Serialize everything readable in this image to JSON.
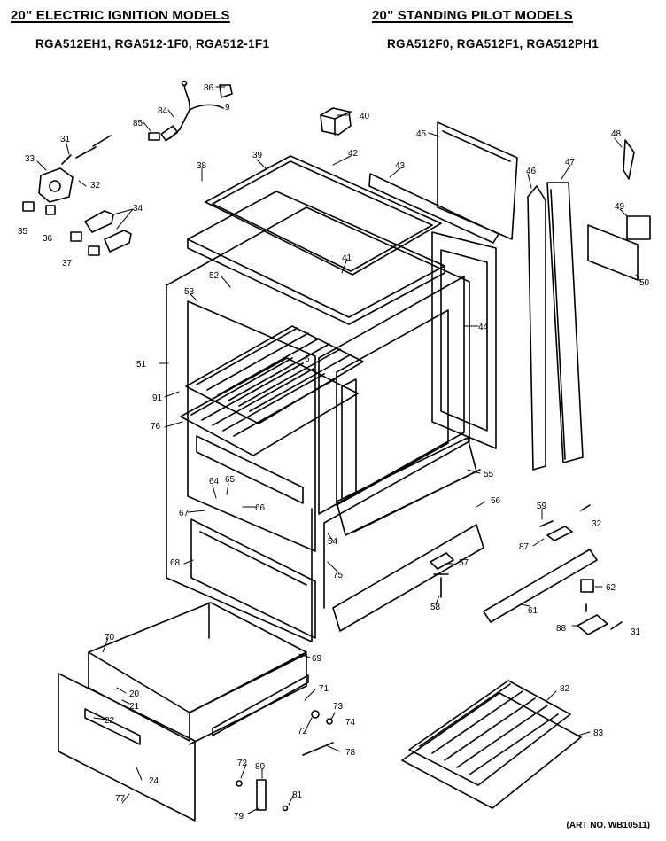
{
  "headers": {
    "left_title": "20\" ELECTRIC IGNITION MODELS",
    "left_models": "RGA512EH1, RGA512-1F0, RGA512-1F1",
    "right_title": "20\" STANDING PILOT MODELS",
    "right_models": "RGA512F0, RGA512F1, RGA512PH1"
  },
  "art_no": "(ART NO. WB10511)",
  "part_labels": [
    {
      "id": "86",
      "text": "86"
    },
    {
      "id": "84",
      "text": "84"
    },
    {
      "id": "9",
      "text": "9"
    },
    {
      "id": "85",
      "text": "85"
    },
    {
      "id": "40",
      "text": "40"
    },
    {
      "id": "31",
      "text": "31"
    },
    {
      "id": "33",
      "text": "33"
    },
    {
      "id": "32a",
      "text": "32"
    },
    {
      "id": "34",
      "text": "34"
    },
    {
      "id": "35",
      "text": "35"
    },
    {
      "id": "36",
      "text": "36"
    },
    {
      "id": "37",
      "text": "37"
    },
    {
      "id": "38",
      "text": "38"
    },
    {
      "id": "39",
      "text": "39"
    },
    {
      "id": "42",
      "text": "42"
    },
    {
      "id": "43",
      "text": "43"
    },
    {
      "id": "45",
      "text": "45"
    },
    {
      "id": "48",
      "text": "48"
    },
    {
      "id": "46",
      "text": "46"
    },
    {
      "id": "47",
      "text": "47"
    },
    {
      "id": "49",
      "text": "49"
    },
    {
      "id": "50",
      "text": "50"
    },
    {
      "id": "41",
      "text": "41"
    },
    {
      "id": "52",
      "text": "52"
    },
    {
      "id": "53",
      "text": "53"
    },
    {
      "id": "44",
      "text": "44"
    },
    {
      "id": "51",
      "text": "51"
    },
    {
      "id": "6",
      "text": "6"
    },
    {
      "id": "91",
      "text": "91"
    },
    {
      "id": "76",
      "text": "76"
    },
    {
      "id": "55",
      "text": "55"
    },
    {
      "id": "64",
      "text": "64"
    },
    {
      "id": "65",
      "text": "65"
    },
    {
      "id": "67a",
      "text": "67"
    },
    {
      "id": "66",
      "text": "66"
    },
    {
      "id": "56",
      "text": "56"
    },
    {
      "id": "54",
      "text": "54"
    },
    {
      "id": "59",
      "text": "59"
    },
    {
      "id": "32b",
      "text": "32"
    },
    {
      "id": "87",
      "text": "87"
    },
    {
      "id": "68",
      "text": "68"
    },
    {
      "id": "75",
      "text": "75"
    },
    {
      "id": "57",
      "text": "57"
    },
    {
      "id": "58",
      "text": "58"
    },
    {
      "id": "62",
      "text": "62"
    },
    {
      "id": "61",
      "text": "61"
    },
    {
      "id": "88",
      "text": "88"
    },
    {
      "id": "31b",
      "text": "31"
    },
    {
      "id": "70",
      "text": "70"
    },
    {
      "id": "69",
      "text": "69"
    },
    {
      "id": "20",
      "text": "20"
    },
    {
      "id": "21",
      "text": "21"
    },
    {
      "id": "71",
      "text": "71"
    },
    {
      "id": "73",
      "text": "73"
    },
    {
      "id": "22",
      "text": "22"
    },
    {
      "id": "74",
      "text": "74"
    },
    {
      "id": "72a",
      "text": "72"
    },
    {
      "id": "82",
      "text": "82"
    },
    {
      "id": "83",
      "text": "83"
    },
    {
      "id": "78",
      "text": "78"
    },
    {
      "id": "72b",
      "text": "72"
    },
    {
      "id": "80",
      "text": "80"
    },
    {
      "id": "24",
      "text": "24"
    },
    {
      "id": "77",
      "text": "77"
    },
    {
      "id": "81",
      "text": "81"
    },
    {
      "id": "79",
      "text": "79"
    }
  ]
}
